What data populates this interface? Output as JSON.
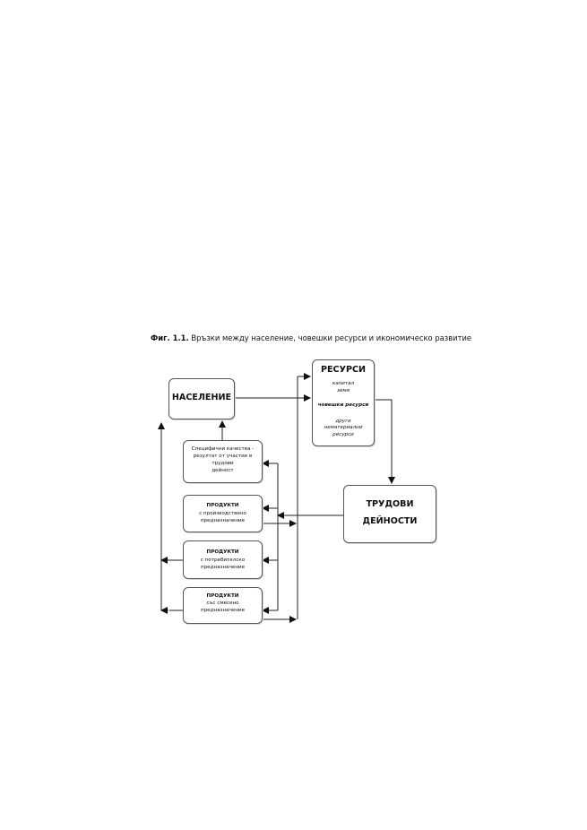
{
  "figure": {
    "caption_prefix": "Фиг. 1.1.",
    "caption_text": "Връзки между население, човешки ресурси и икономическо развитие"
  },
  "nodes": {
    "naselenie": {
      "label": "НАСЕЛЕНИЕ"
    },
    "resursi": {
      "label": "РЕСУРСИ",
      "items": [
        "капитал",
        "земя",
        "човешки ресурси",
        "други",
        "нематериални",
        "ресурси"
      ]
    },
    "trudovi": {
      "line1": "ТРУДОВИ",
      "line2": "ДЕЙНОСТИ"
    },
    "kachestva": {
      "lines": [
        "Специфични качества  -",
        "резултат от участие в",
        "трудови",
        "дейност"
      ]
    },
    "produkti_proizv": {
      "title": "ПРОДУКТИ",
      "lines": [
        "с производствено",
        "предназначение"
      ]
    },
    "produkti_potreb": {
      "title": "ПРОДУКТИ",
      "lines": [
        "с потребителско",
        "предназначение"
      ]
    },
    "produkti_smeseno": {
      "title": "ПРОДУКТИ",
      "lines": [
        "със смесено",
        "предназначение"
      ]
    }
  }
}
